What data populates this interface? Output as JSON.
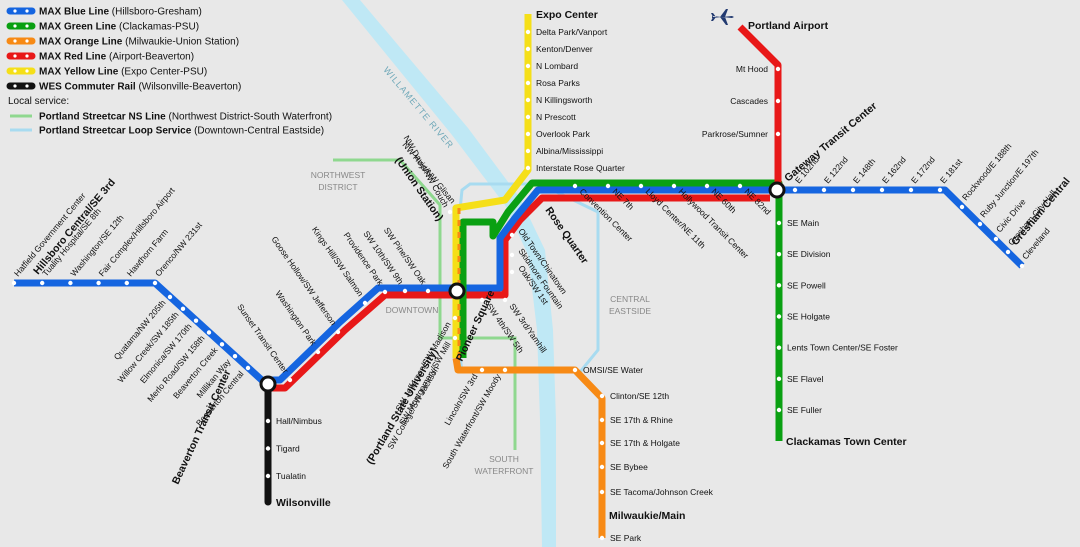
{
  "colors": {
    "blue": "#1565e0",
    "green": "#0aa012",
    "orange": "#f78a15",
    "red": "#e81818",
    "yellow": "#f5df18",
    "black": "#111111",
    "streetcar_ns": "#8fd88f",
    "streetcar_loop": "#a8dbf0",
    "river": "#bfe8f5",
    "background": "#e8e8e8"
  },
  "legend": {
    "lines": [
      {
        "name": "MAX Blue Line",
        "route": "(Hillsboro-Gresham)",
        "color": "blue"
      },
      {
        "name": "MAX Green Line",
        "route": "(Clackamas-PSU)",
        "color": "green"
      },
      {
        "name": "MAX Orange Line",
        "route": "(Milwaukie-Union Station)",
        "color": "orange"
      },
      {
        "name": "MAX Red Line",
        "route": "(Airport-Beaverton)",
        "color": "red"
      },
      {
        "name": "MAX Yellow Line",
        "route": "(Expo Center-PSU)",
        "color": "yellow"
      },
      {
        "name": "WES Commuter Rail",
        "route": "(Wilsonville-Beaverton)",
        "color": "black"
      }
    ],
    "local_heading": "Local service:",
    "local": [
      {
        "name": "Portland Streetcar NS Line",
        "route": "(Northwest District-South Waterfront)",
        "color": "streetcar_ns"
      },
      {
        "name": "Portland Streetcar Loop Service",
        "route": "(Downtown-Central Eastside)",
        "color": "streetcar_loop"
      }
    ]
  },
  "river": "WILLAMETTE RIVER",
  "areas": {
    "nw1": "NORTHWEST",
    "nw2": "DISTRICT",
    "downtown": "DOWNTOWN",
    "ce1": "CENTRAL",
    "ce2": "EASTSIDE",
    "sw1": "SOUTH",
    "sw2": "WATERFRONT"
  },
  "hubs": {
    "beaverton": "Beaverton Transit Center",
    "gateway": "Gateway Transit Center",
    "pioneer": "Pioneer Square",
    "rose": "Rose Quarter",
    "union1": "NW Hoyt/NW Glisan",
    "union2": "(Union Station)",
    "psu1": "SW College/SW Jackson",
    "psu2": "(Portland State University)"
  },
  "termini": {
    "hillsboro": "Hillsboro Central/SE 3rd",
    "gresham": "Gresham Central",
    "expo": "Expo Center",
    "airport": "Portland Airport",
    "clackamas": "Clackamas Town Center",
    "milwaukie": "Milwaukie/Main",
    "wilsonville": "Wilsonville"
  },
  "stations": {
    "blue_west": [
      "Hatfield Government Center",
      "Tuality Hospital/SE 8th",
      "Washington/SE 12th",
      "Fair Complex/Hillsboro Airport",
      "Hawthorn Farm",
      "Orenco/NW 231st",
      "Quatama/NW 205th",
      "Willow Creek/SW 185th",
      "Elmonica/SW 170th",
      "Merlo Road/SW 158th",
      "Beaverton Creek",
      "Millikan Way",
      "Beaverton Central"
    ],
    "west_trunk": [
      "Sunset Transit Center",
      "Washington Park",
      "Goose Hollow/SW Jefferson",
      "Kings Hill/SW Salmon",
      "Providence Park",
      "SW 10th/SW 9th",
      "SW Pine/SW Oak",
      "NW Davis/NW Couch"
    ],
    "mall": [
      "SW Jefferson/SW Madison",
      "SW Montgomery/SW Mill",
      "Lincoln/SW 3rd",
      "South Waterfront/SW Moody"
    ],
    "east_dt": [
      "Old Town/Chinatown",
      "Skidmore Fountain",
      "Oak/SW 1st",
      "SW 3rd/Yamhill",
      "SW 4th/SW 5th"
    ],
    "yellow": [
      "Delta Park/Vanport",
      "Kenton/Denver",
      "N Lombard",
      "Rosa Parks",
      "N Killingsworth",
      "N Prescott",
      "Overlook Park",
      "Albina/Mississippi",
      "Interstate Rose Quarter"
    ],
    "red_airport": [
      "Mt Hood",
      "Cascades",
      "Parkrose/Sumner"
    ],
    "east_trunk": [
      "Convention Center",
      "NE 7th",
      "Lloyd Center/NE 11th",
      "Hollywood Transit Center",
      "NE 60th",
      "NE 82nd"
    ],
    "blue_east": [
      "E 102nd",
      "E 122nd",
      "E 148th",
      "E 162nd",
      "E 172nd",
      "E 181st",
      "Rockwood/E 188th",
      "Ruby Junction/E 197th",
      "Civic Drive",
      "Gresham City Hall",
      "Cleveland"
    ],
    "green_south": [
      "SE Main",
      "SE Division",
      "SE Powell",
      "SE Holgate",
      "Lents Town Center/SE Foster",
      "SE Flavel",
      "SE Fuller"
    ],
    "orange": [
      "OMSI/SE Water",
      "Clinton/SE 12th",
      "SE 17th & Rhine",
      "SE 17th & Holgate",
      "SE Bybee",
      "SE Tacoma/Johnson Creek",
      "SE Park"
    ],
    "wes": [
      "Hall/Nimbus",
      "Tigard",
      "Tualatin"
    ]
  }
}
